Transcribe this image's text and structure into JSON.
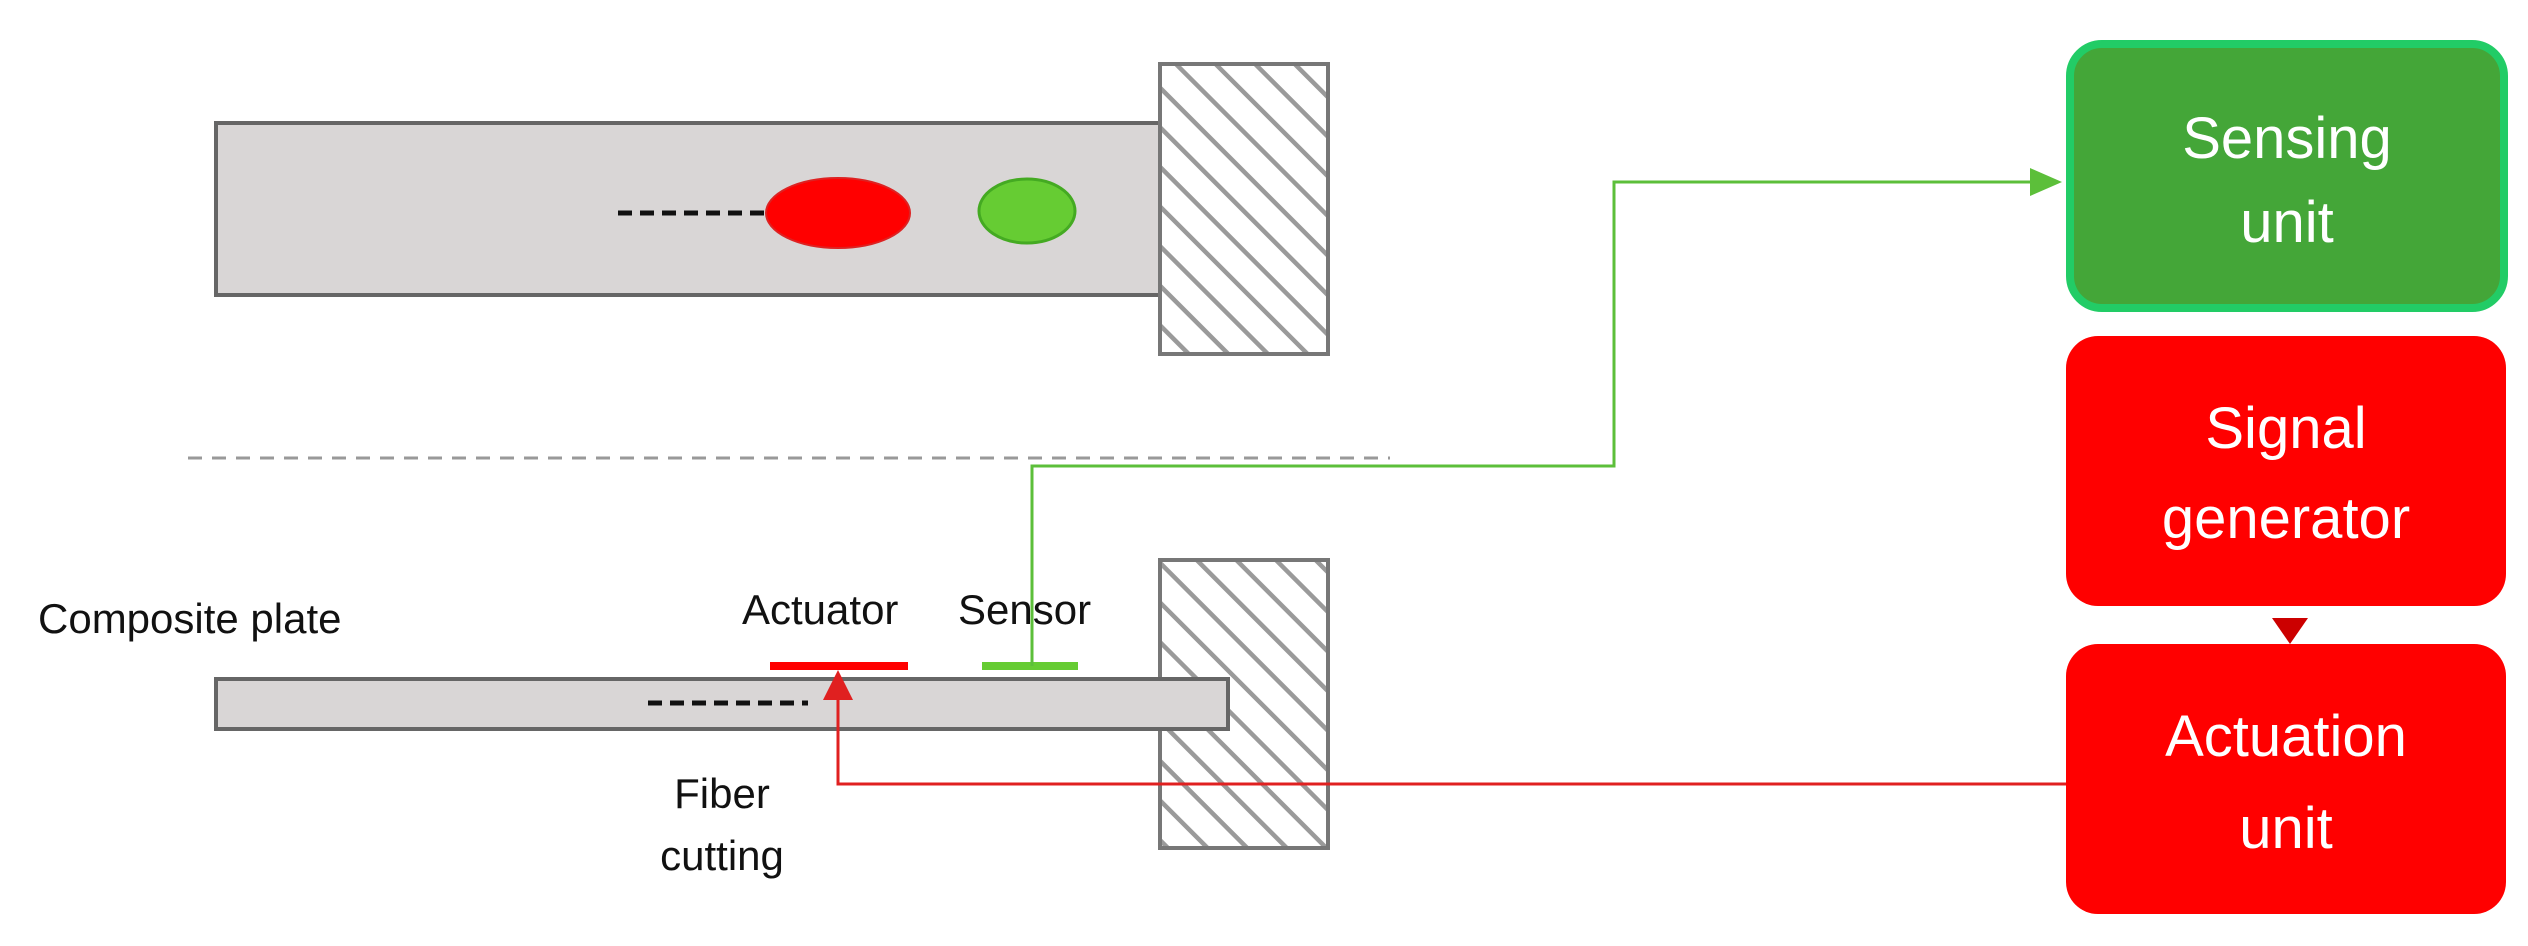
{
  "labels": {
    "composite_plate": "Composite plate",
    "actuator": "Actuator",
    "sensor": "Sensor",
    "fiber_cutting_line1": "Fiber",
    "fiber_cutting_line2": "cutting"
  },
  "boxes": {
    "sensing_unit": {
      "line1": "Sensing",
      "line2": "unit",
      "fill": "#44a638",
      "border": "#22cc66"
    },
    "signal_generator": {
      "line1": "Signal",
      "line2": "generator",
      "fill": "#ff0000"
    },
    "actuation_unit": {
      "line1": "Actuation",
      "line2": "unit",
      "fill": "#ff0000"
    }
  },
  "colors": {
    "plate": "#d9d6d6",
    "actuator": "#ff0000",
    "sensor": "#66cc33",
    "sensor_wire": "#5cbf3a",
    "actuator_wire": "#e02020"
  }
}
